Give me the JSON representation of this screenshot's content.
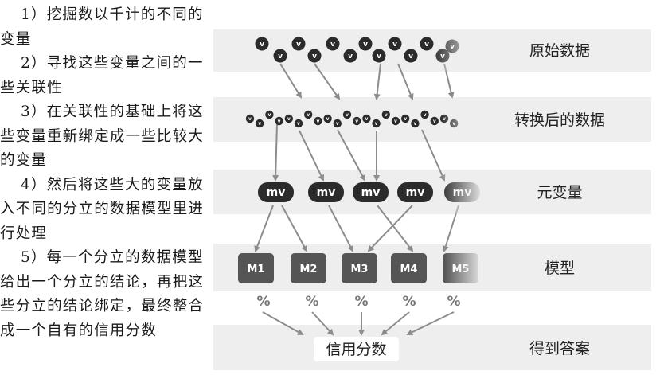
{
  "steps": [
    "1）挖掘数以千计的不同的变量",
    "2）寻找这些变量之间的一些关联性",
    "3）在关联性的基础上将这些变量重新绑定成一些比较大的变量",
    "4）然后将这些大的变量放入不同的分立的数据模型里进行处理",
    "5）每一个分立的数据模型给出一个分立的结论，再把这些分立的结论绑定，最终整合成一个自有的信用分数"
  ],
  "bands": {
    "raw": "原始数据",
    "transformed": "转换后的数据",
    "meta": "元变量",
    "model": "模型",
    "answer": "得到答案"
  },
  "variable_symbol": "v",
  "meta_label": "mv",
  "models": [
    "M1",
    "M2",
    "M3",
    "M4",
    "M5"
  ],
  "percent_symbol": "%",
  "result": "信用分数",
  "colors": {
    "band": "#eeeeee",
    "node": "#2b2b2b",
    "model": "#555555",
    "arrow": "#8c8c8c"
  }
}
